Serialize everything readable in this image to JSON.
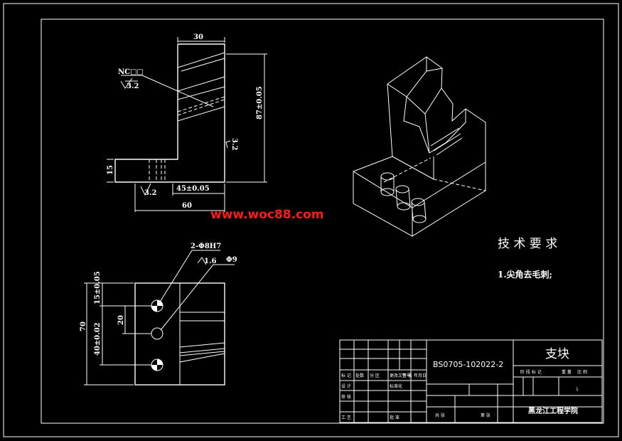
{
  "watermark": "www.woc88.com",
  "views": {
    "front": {
      "dim_top": "30",
      "dim_height": "87±0.05",
      "dim_left": "15",
      "dim_bottom_inner": "45±0.05",
      "dim_bottom_total": "60",
      "callout": "NC□□",
      "roughness_top": "3.2",
      "roughness_side": "3.2",
      "roughness_bottom": "3.2"
    },
    "bottom": {
      "hole_callout": "2-Φ8H7",
      "hole_roughness": "1.6",
      "hole_single": "Φ9",
      "dim_total": "70",
      "dim_top": "15±0.05",
      "dim_lower": "40±0.02",
      "dim_pitch": "20"
    }
  },
  "tech_requirements": {
    "title": "技 术 要 求",
    "item_1": "1.尖角去毛刺;"
  },
  "title_block": {
    "drawing_number": "BS0705-102022-2",
    "part_name": "支块",
    "school": "黑龙江工程学院",
    "cell_r2_1": "标 记",
    "cell_r2_2": "处数",
    "cell_r2_3": "分 区",
    "cell_r2_4": "更改文件号",
    "cell_r2_5": "签 名",
    "cell_r2_6": "年月日",
    "cell_r3_1": "设 计",
    "cell_r3_2": "标准化",
    "cell_r4_1": "审 核",
    "cell_r5_1": "工 艺",
    "cell_r5_2": "批 准",
    "stage_label": "阶 段 标 记",
    "weight_label": "重 量",
    "scale_label": "比 例",
    "scale_value": "1",
    "sheet_total": "共 张",
    "sheet_no": "第 张"
  }
}
